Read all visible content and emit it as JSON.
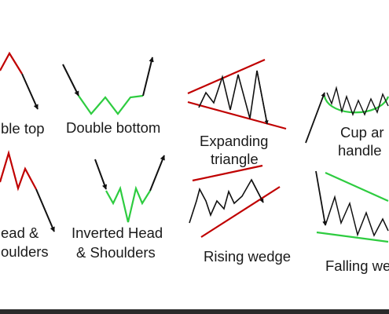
{
  "colors": {
    "bearish": "#c00000",
    "bullish": "#2ecc40",
    "arrow": "#111111",
    "text": "#1a1a1a",
    "background": "#ffffff"
  },
  "patterns": [
    {
      "id": "double-top",
      "label_lines": [
        "ble top"
      ],
      "icon": "double-top-pattern-icon"
    },
    {
      "id": "double-bottom",
      "label_lines": [
        "Double bottom"
      ],
      "icon": "double-bottom-pattern-icon"
    },
    {
      "id": "expanding-triangle",
      "label_lines": [
        "Expanding",
        "triangle"
      ],
      "icon": "expanding-triangle-pattern-icon"
    },
    {
      "id": "cup-and-handle",
      "label_lines": [
        "Cup ar",
        "handle"
      ],
      "icon": "cup-and-handle-pattern-icon"
    },
    {
      "id": "head-and-shoulders",
      "label_lines": [
        "ead &",
        "oulders"
      ],
      "icon": "head-and-shoulders-pattern-icon"
    },
    {
      "id": "inverted-head-and-shoulders",
      "label_lines": [
        "Inverted Head",
        "& Shoulders"
      ],
      "icon": "inverted-head-and-shoulders-pattern-icon"
    },
    {
      "id": "rising-wedge",
      "label_lines": [
        "Rising wedge"
      ],
      "icon": "rising-wedge-pattern-icon"
    },
    {
      "id": "falling-wedge",
      "label_lines": [
        "Falling we"
      ],
      "icon": "falling-wedge-pattern-icon"
    }
  ]
}
